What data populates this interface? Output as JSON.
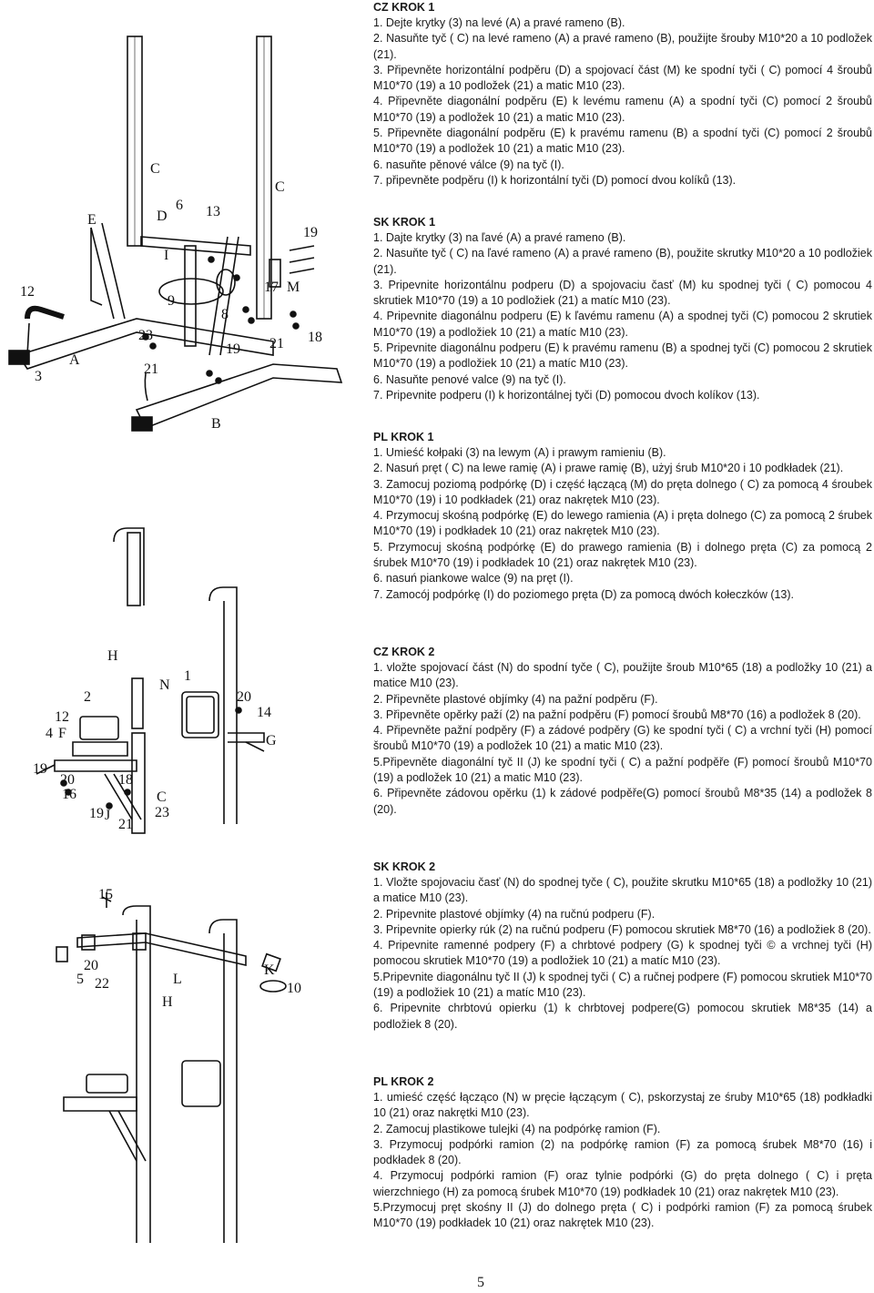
{
  "sections": [
    {
      "title": "CZ KROK 1",
      "lines": [
        "1. Dejte krytky (3) na levé (A) a pravé rameno (B).",
        "2. Nasuňte tyč ( C) na levé rameno (A) a pravé rameno (B), použijte šrouby M10*20 a 10 podložek (21).",
        "3. Připevněte horizontální podpěru (D) a spojovací část (M) ke spodní tyči ( C) pomocí 4 šroubů M10*70 (19) a 10 podložek (21) a matic M10 (23).",
        "4. Připevněte diagonální podpěru (E) k levému ramenu (A) a spodní tyči (C) pomocí 2 šroubů M10*70 (19)    a podložek 10 (21) a matic M10 (23).",
        "5. Připevněte diagonální podpěru (E) k pravému ramenu (B) a spodní tyči (C) pomocí 2 šroubů M10*70 (19)    a podložek 10 (21) a matic M10 (23).",
        "6. nasuňte pěnové válce (9) na tyč (I).",
        "7. připevněte podpěru (I) k horizontální tyči (D) pomocí dvou kolíků (13)."
      ]
    },
    {
      "title": "SK KROK 1",
      "lines": [
        "1. Dajte krytky (3) na ľavé (A) a pravé rameno (B).",
        "2. Nasuňte tyč ( C) na ľavé rameno (A) a pravé rameno (B), použite skrutky M10*20 a 10 podložiek (21).",
        "3. Pripevnite horizontálnu podperu (D) a spojovaciu časť (M) ku spodnej tyči ( C) pomocou 4 skrutiek M10*70 (19) a 10 podložiek (21) a matíc M10 (23).",
        "4. Pripevnite diagonálnu podperu (E) k ľavému ramenu (A) a spodnej tyči (C) pomocou 2 skrutiek M10*70 (19)    a podložiek 10 (21) a matíc M10 (23).",
        "5. Pripevnite diagonálnu podperu (E) k pravému ramenu (B) a spodnej tyči (C) pomocou 2 skrutiek M10*70 (19)    a podložiek 10 (21) a matíc M10 (23).",
        "6. Nasuňte penové valce (9) na tyč (I).",
        "7. Pripevnite podperu (I) k horizontálnej tyči (D) pomocou dvoch kolíkov (13)."
      ]
    },
    {
      "title": "PL KROK 1",
      "lines": [
        "1. Umieść kołpaki (3) na lewym (A) i prawym ramieniu (B).",
        "2. Nasuń pręt ( C) na lewe ramię (A) i prawe ramię (B), użyj śrub M10*20 i 10 podkładek (21).",
        "3. Zamocuj poziomą podpórkę (D) i część łączącą (M) do pręta dolnego ( C) za pomocą 4 śroubek M10*70 (19) i 10 podkładek (21) oraz nakrętek M10 (23).",
        "4. Przymocuj skośną podpórkę (E) do lewego ramienia (A) i pręta dolnego (C) za pomocą 2 śrubek M10*70 (19) i podkładek 10 (21) oraz nakrętek M10 (23).",
        "5. Przymocuj skośną podpórkę (E) do prawego ramienia (B) i dolnego pręta (C) za pomocą 2 śrubek M10*70 (19) i podkładek 10 (21) oraz nakrętek M10 (23).",
        "6. nasuń piankowe walce (9) na pręt (I).",
        "7. Zamocój podpórkę (I) do poziomego pręta (D) za pomocą dwóch kołeczków (13)."
      ]
    },
    {
      "title": "CZ KROK 2",
      "lines": [
        "1. vložte spojovací část (N) do spodní tyče ( C), použijte šroub M10*65 (18) a podložky 10 (21) a matice M10 (23).",
        "2. Připevněte plastové objímky (4) na pažní podpěru (F).",
        "3. Připevněte opěrky paží (2) na pažní podpěru (F) pomocí šroubů M8*70 (16) a podložek 8 (20).",
        "4. Připevněte pažní podpěry (F) a zádové podpěry (G) ke spodní tyči ( C) a vrchní tyči (H) pomocí šroubů M10*70 (19) a podložek 10 (21) a matic M10 (23).",
        "5.Připevněte diagonální tyč II (J) ke spodní tyči ( C) a pažní podpěře (F) pomocí šroubů M10*70 (19) a podložek 10 (21) a matic M10 (23).",
        "6. Připevněte zádovou opěrku (1) k zádové podpěře(G) pomocí šroubů M8*35 (14) a podložek 8 (20)."
      ]
    },
    {
      "title": "SK KROK 2",
      "lines": [
        "1. Vložte spojovaciu časť (N) do spodnej tyče ( C), použite skrutku M10*65 (18) a podložky 10 (21) a matice M10 (23).",
        "2. Pripevnite plastové objímky (4) na ručnú podperu (F).",
        "3. Pripevnite opierky rúk (2) na ručnú podperu (F) pomocou skrutiek M8*70 (16) a podložiek 8 (20).",
        "4. Pripevnite ramenné podpery (F) a chrbtové podpery (G) k spodnej tyči © a vrchnej tyči (H) pomocou skrutiek M10*70 (19) a podložiek 10 (21) a matíc M10 (23).",
        "5.Pripevnite diagonálnu tyč II (J) k spodnej tyči ( C) a ručnej podpere (F) pomocou skrutiek M10*70 (19) a podložiek 10 (21) a matíc M10 (23).",
        "6. Pripevnite chrbtovú opierku (1) k chrbtovej podpere(G) pomocou skrutiek M8*35 (14) a podložiek 8 (20)."
      ]
    },
    {
      "title": "PL KROK 2",
      "lines": [
        "1. umieść część łącząco (N) w pręcie łączącym ( C), pskorzystaj ze śruby M10*65 (18) podkładki 10 (21) oraz nakrętki M10 (23).",
        "2. Zamocuj plastikowe tulejki (4) na podpórkę ramion (F).",
        "3. Przymocuj podpórki ramion (2) na podpórkę ramion (F) za pomocą śrubek   M8*70 (16) i podkładek 8 (20).",
        "4. Przymocuj podpórki ramion (F) oraz tylnie podpórki (G) do pręta dolnego ( C) i pręta wierzchniego (H) za pomocą śrubek M10*70 (19) podkładek 10 (21) oraz nakrętek M10 (23).",
        "5.Przymocuj pręt skośny II (J) do dolnego pręta ( C) i podpórki ramion (F) za pomocą śrubek M10*70 (19) podkładek 10 (21) oraz nakrętek M10 (23)."
      ]
    }
  ],
  "figure1_labels": [
    "C",
    "C",
    "6",
    "13",
    "E",
    "D",
    "19",
    "12",
    "I",
    "17",
    "M",
    "9",
    "8",
    "23",
    "A",
    "21",
    "19",
    "21",
    "18",
    "3",
    "B"
  ],
  "figure2_labels": [
    "H",
    "N",
    "1",
    "2",
    "20",
    "14",
    "12",
    "G",
    "4",
    "F",
    "19",
    "20",
    "16",
    "18",
    "C",
    "23",
    "19",
    "J",
    "21"
  ],
  "figure3_labels": [
    "15",
    "20",
    "5",
    "22",
    "L",
    "H",
    "K",
    "10"
  ],
  "page_number": "5"
}
